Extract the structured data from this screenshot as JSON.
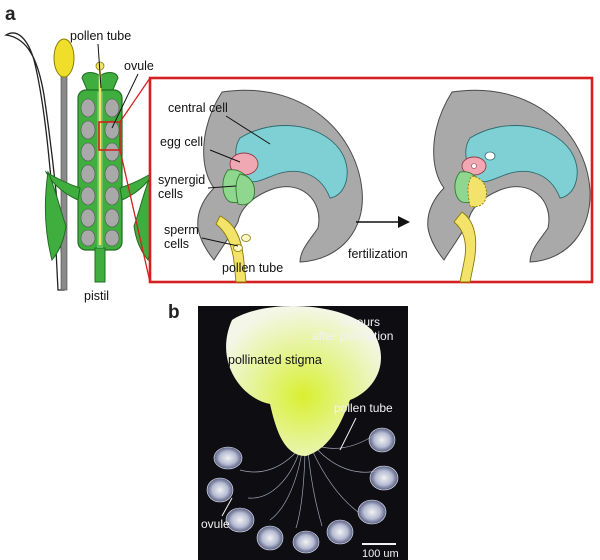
{
  "panel_a": {
    "letter": "a",
    "pistil_labels": {
      "pollen_tube": "pollen tube",
      "ovule": "ovule",
      "pistil": "pistil"
    },
    "inset_labels": {
      "central_cell": "central cell",
      "egg_cell": "egg cell",
      "synergid_line1": "synergid",
      "synergid_line2": "cells",
      "sperm_line1": "sperm",
      "sperm_line2": "cells",
      "pollen_tube": "pollen tube",
      "fertilization": "fertilization"
    },
    "colors": {
      "pistil_green": "#3fae3f",
      "ovule_gray": "#a9a9a9",
      "pollen_yellow": "#f4e36a",
      "central_cell_cyan": "#7fd0d4",
      "synergid_green": "#8fd68f",
      "egg_pink": "#f0a9b3",
      "inset_border_red": "#d42020"
    }
  },
  "panel_b": {
    "letter": "b",
    "time_line1": "5 hours",
    "time_line2": "after pollination",
    "stigma": "pollinated stigma",
    "pollen_tube": "pollen tube",
    "ovule": "ovule",
    "scale_bar": "100 um"
  }
}
